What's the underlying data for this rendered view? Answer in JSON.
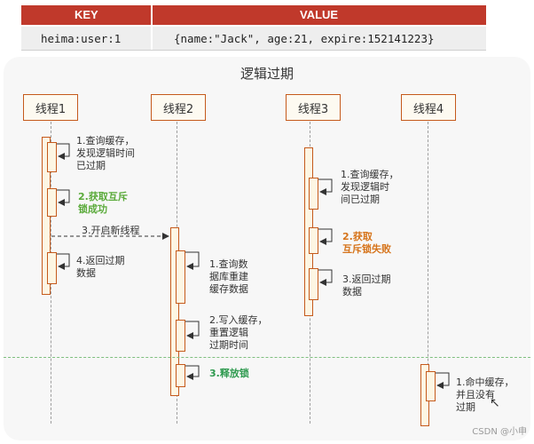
{
  "table": {
    "key_header": "KEY",
    "value_header": "VALUE",
    "key": "heima:user:1",
    "value": "{name:\"Jack\", age:21, expire:152141223}"
  },
  "diagram": {
    "title": "逻辑过期",
    "actors": [
      "线程1",
      "线程2",
      "线程3",
      "线程4"
    ],
    "t1": {
      "step1": "1.查询缓存，\n发现逻辑时间\n已过期",
      "step2": "2.获取互斥\n锁成功",
      "step3": "3.开启新线程",
      "step4": "4.返回过期\n数据"
    },
    "t2": {
      "step1": "1.查询数\n据库重建\n缓存数据",
      "step2": "2.写入缓存，\n重置逻辑\n过期时间",
      "step3": "3.释放锁"
    },
    "t3": {
      "step1": "1.查询缓存，\n发现逻辑时\n间已过期",
      "step2": "2.获取\n互斥锁失败",
      "step3": "3.返回过期\n数据"
    },
    "t4": {
      "step1": "1.命中缓存，\n并且没有\n过期"
    },
    "colors": {
      "table_header": "#c0392b",
      "actor_border": "#c55a1c",
      "success": "#5aaa3a",
      "fail": "#d6741b",
      "release": "#2e9a4f"
    }
  },
  "watermark": "CSDN @小申"
}
